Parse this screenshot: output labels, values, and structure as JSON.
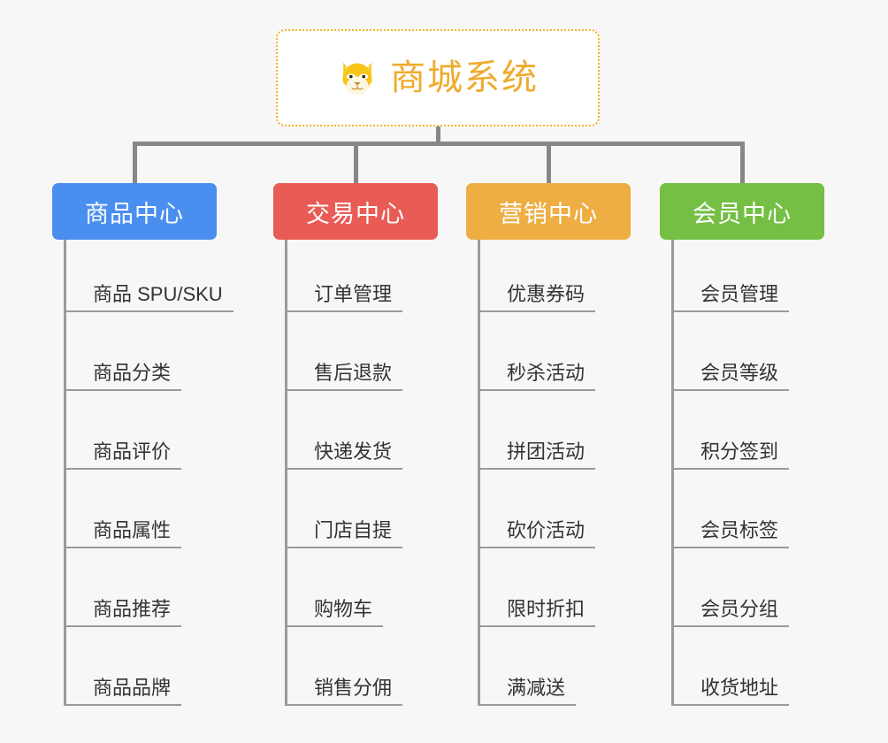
{
  "background_color": "#f7f7f7",
  "root": {
    "icon": "shiba-dog-icon",
    "title": "商城系统",
    "title_color": "#efab2e",
    "border_color": "#f0b429"
  },
  "connector_color": "#878787",
  "columns": [
    {
      "id": "product-center",
      "title": "商品中心",
      "color": "#4a8ef0",
      "items": [
        "商品 SPU/SKU",
        "商品分类",
        "商品评价",
        "商品属性",
        "商品推荐",
        "商品品牌"
      ]
    },
    {
      "id": "trade-center",
      "title": "交易中心",
      "color": "#e95c56",
      "items": [
        "订单管理",
        "售后退款",
        "快递发货",
        "门店自提",
        "购物车",
        "销售分佣"
      ]
    },
    {
      "id": "marketing-center",
      "title": "营销中心",
      "color": "#eeae44",
      "items": [
        "优惠券码",
        "秒杀活动",
        "拼团活动",
        "砍价活动",
        "限时折扣",
        "满减送"
      ]
    },
    {
      "id": "member-center",
      "title": "会员中心",
      "color": "#74bf44",
      "items": [
        "会员管理",
        "会员等级",
        "积分签到",
        "会员标签",
        "会员分组",
        "收货地址"
      ]
    }
  ]
}
